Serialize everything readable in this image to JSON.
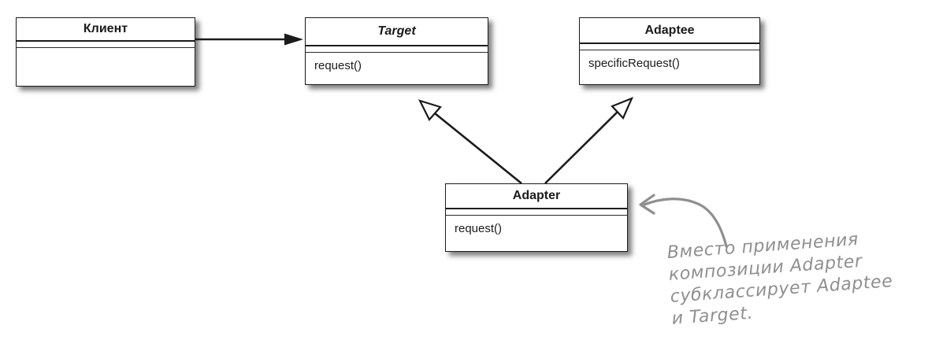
{
  "diagram": {
    "title": "Adapter pattern class diagram",
    "classes": [
      {
        "id": "klient",
        "name": "Клиент",
        "abstract": false,
        "methods": []
      },
      {
        "id": "target",
        "name": "Target",
        "abstract": true,
        "methods": [
          "request()"
        ]
      },
      {
        "id": "adaptee",
        "name": "Adaptee",
        "abstract": false,
        "methods": [
          "specificRequest()"
        ]
      },
      {
        "id": "adapter",
        "name": "Adapter",
        "abstract": false,
        "methods": [
          "request()"
        ]
      }
    ],
    "relations": [
      {
        "type": "association",
        "from": "Клиент",
        "to": "Target"
      },
      {
        "type": "generalization",
        "from": "Adapter",
        "to": "Target"
      },
      {
        "type": "generalization",
        "from": "Adapter",
        "to": "Adaptee"
      }
    ],
    "annotation": {
      "lines": [
        "Вместо применения",
        "композиции Adapter",
        "субклассирует Adaptee",
        "и Target."
      ],
      "color": "#8f8f8f"
    }
  },
  "colors": {
    "box_fill": "#ffffff",
    "box_border": "#1b1b1b",
    "text": "#1b1b1b",
    "annotation": "#8f8f8f"
  }
}
